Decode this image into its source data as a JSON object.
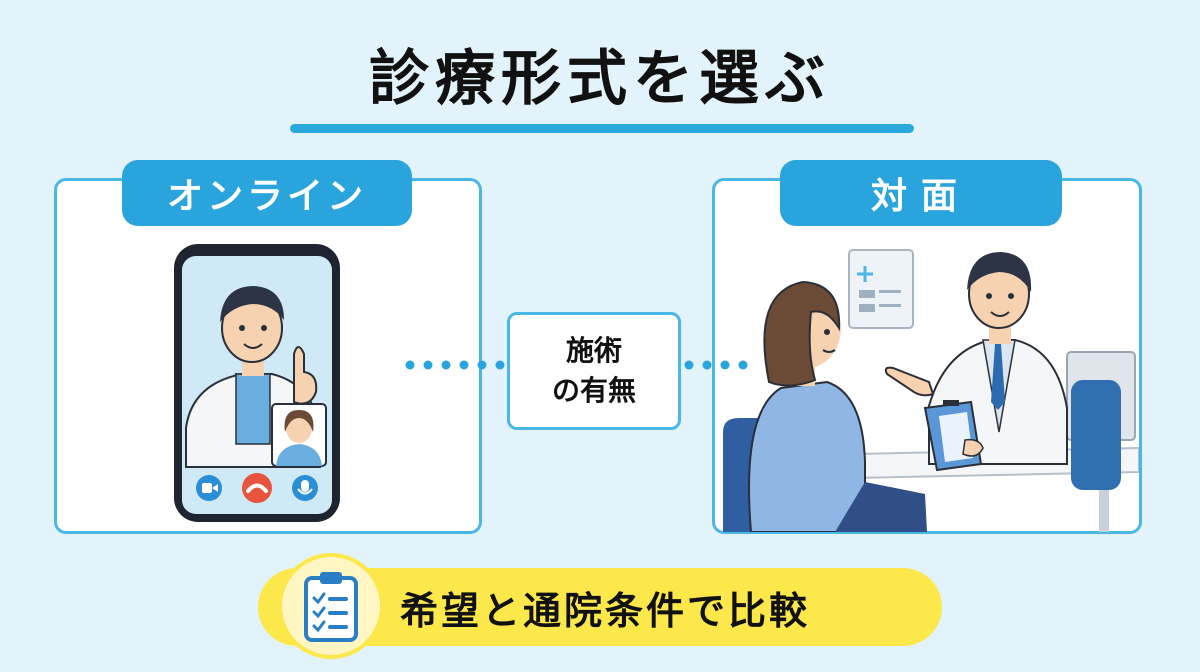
{
  "title": "診療形式を選ぶ",
  "left_panel": {
    "label": "オンライン"
  },
  "right_panel": {
    "label": "対面"
  },
  "center": {
    "line1": "施術",
    "line2": "の有無"
  },
  "bottom": {
    "text": "希望と通院条件で比較"
  },
  "icons": {
    "phone": "video-call-phone-illustration",
    "clinic": "in-person-consultation-illustration",
    "clipboard": "clipboard-checklist-icon"
  },
  "colors": {
    "background": "#e3f3fb",
    "accent_blue": "#2aa4dc",
    "border_blue": "#4ab8e6",
    "yellow": "#fce84a",
    "end_call_red": "#e8553f"
  }
}
